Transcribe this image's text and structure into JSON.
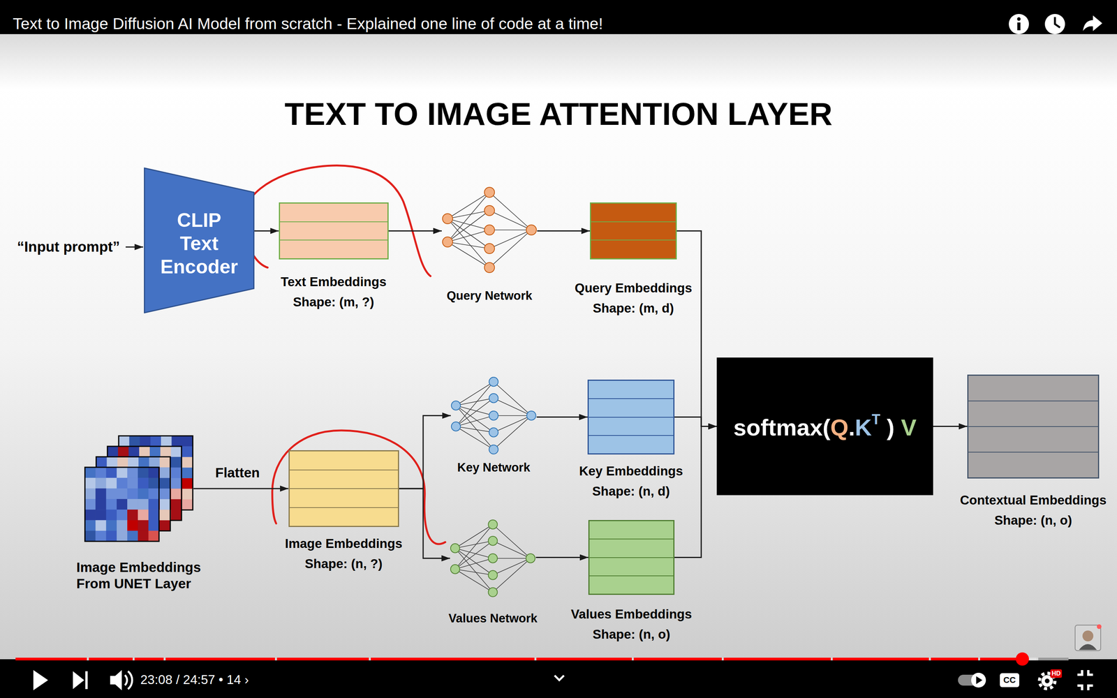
{
  "diagram": {
    "title": "TEXT TO IMAGE ATTENTION LAYER",
    "nodes": [
      {
        "text": [
          "CLIP Text Encoder"
        ]
      },
      {
        "text": [
          "Text Embeddings",
          "Shape: (m, ?)"
        ]
      },
      {
        "text": [
          "Query Network"
        ]
      },
      {
        "text": [
          "Query Embeddings",
          "Shape: (m, d)"
        ]
      },
      {
        "text": [
          "Image Embeddings From UNET Layer"
        ]
      },
      {
        "text": [
          "Image Embeddings",
          "Shape: (n, ?)"
        ]
      },
      {
        "text": [
          "Key Network"
        ]
      },
      {
        "text": [
          "Key Embeddings",
          "Shape: (n, d)"
        ]
      },
      {
        "text": [
          "Values Network"
        ]
      },
      {
        "text": [
          "Values Embeddings",
          "Shape: (n, o)"
        ]
      },
      {
        "text": [
          "softmax(Q.KT ) V"
        ]
      },
      {
        "text": [
          "Contextual Embeddings",
          "Shape: (n, o)"
        ]
      }
    ],
    "edges": [
      {
        "from": 0,
        "to": 1,
        "arrow": "to"
      },
      {
        "from": 1,
        "to": 2,
        "arrow": "to"
      },
      {
        "from": 2,
        "to": 3,
        "arrow": "to"
      },
      {
        "from": 3,
        "to": 10,
        "arrow": "to"
      },
      {
        "from": 4,
        "to": 5,
        "arrow": "to",
        "label": "Flatten"
      },
      {
        "from": 5,
        "to": 6,
        "arrow": "to"
      },
      {
        "from": 5,
        "to": 8,
        "arrow": "to"
      },
      {
        "from": 6,
        "to": 7,
        "arrow": "to"
      },
      {
        "from": 7,
        "to": 10,
        "arrow": "to"
      },
      {
        "from": 8,
        "to": 9,
        "arrow": "to"
      },
      {
        "from": 9,
        "to": 10,
        "arrow": "to"
      },
      {
        "from": 10,
        "to": 11,
        "arrow": "to"
      }
    ],
    "labels": [
      "Text to Image Diffusion AI Model from scratch - Explained one line of code at a time!",
      "“Input prompt”",
      "23:08 / 24:57 • 14 ›",
      "CC",
      "HD"
    ]
  }
}
